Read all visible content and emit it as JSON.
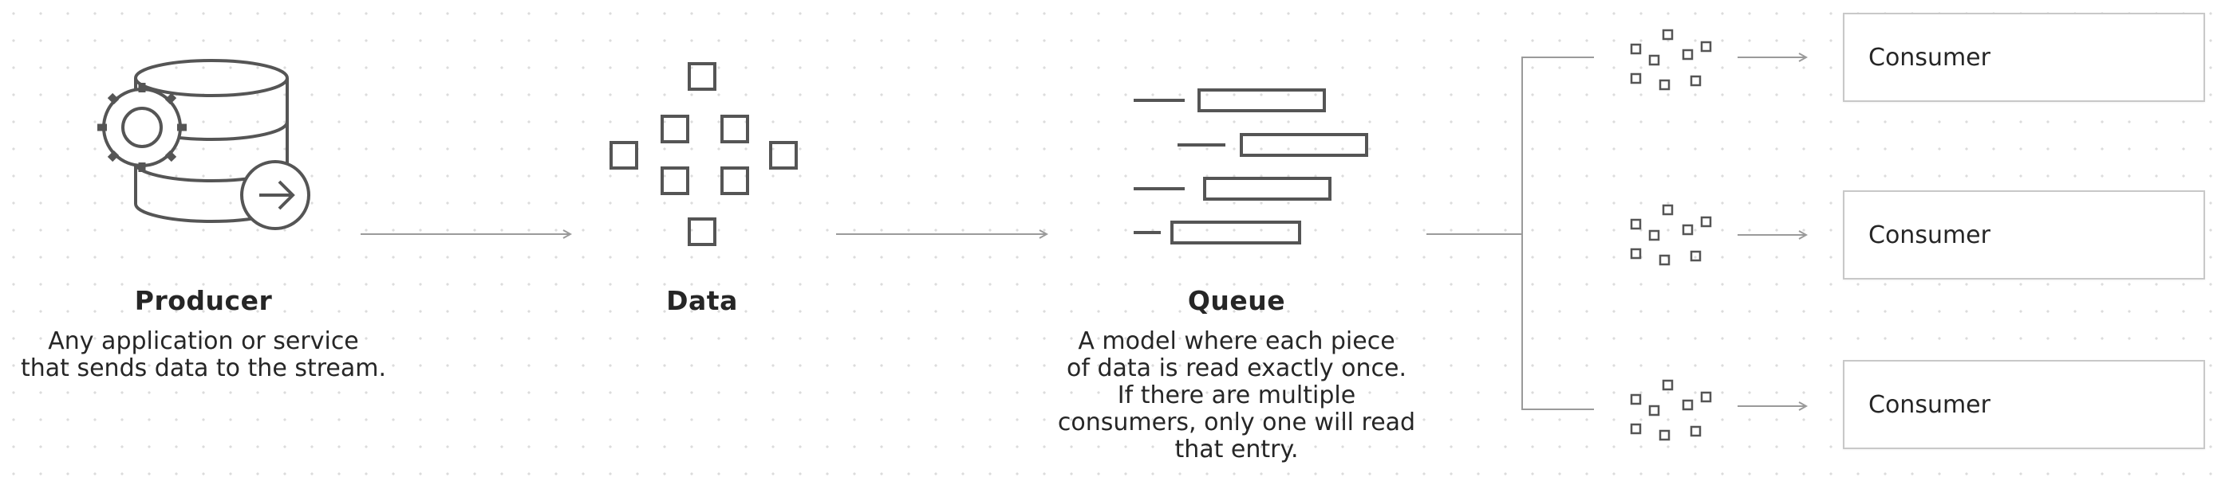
{
  "producer": {
    "title": "Producer",
    "description": [
      "Any application or service",
      "that sends data to the stream."
    ]
  },
  "data": {
    "title": "Data"
  },
  "queue": {
    "title": "Queue",
    "description": [
      "A model where each piece",
      "of data is read exactly once.",
      "If there are multiple",
      "consumers, only one will read",
      "that entry."
    ]
  },
  "consumers": [
    {
      "label": "Consumer"
    },
    {
      "label": "Consumer"
    },
    {
      "label": "Consumer"
    }
  ],
  "colors": {
    "stroke": "#555555",
    "line": "#9a9a9a",
    "text": "#262626",
    "box_border": "#c8c8c8",
    "background": "#ffffff"
  },
  "icons": [
    "database-gear-icon",
    "data-squares-icon",
    "queue-bars-icon",
    "data-particles-icon",
    "arrow-right-icon"
  ]
}
